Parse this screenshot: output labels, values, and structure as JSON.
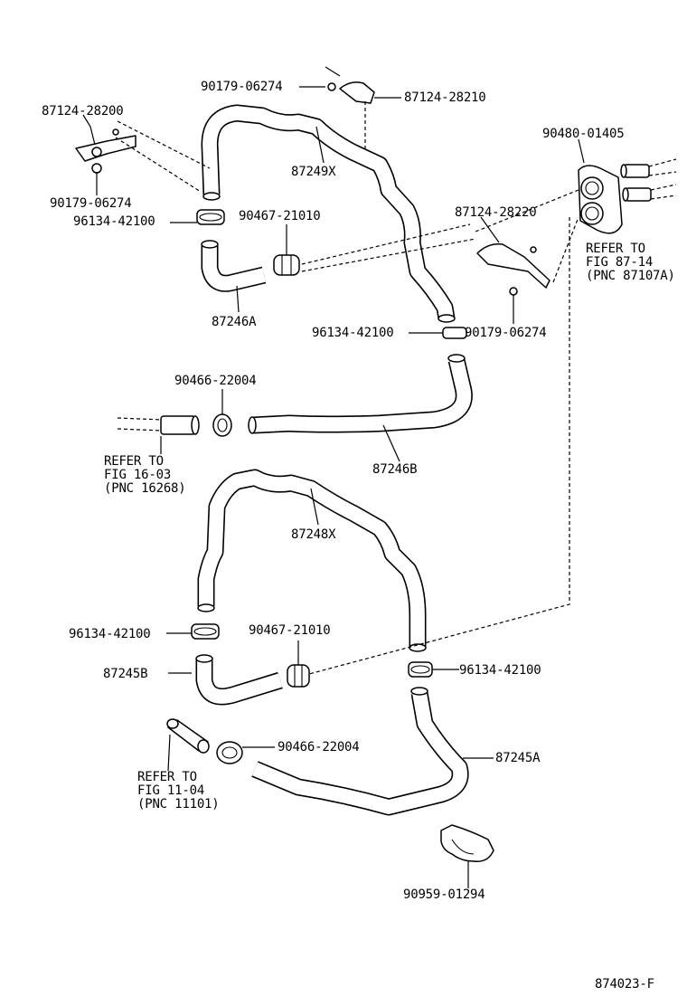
{
  "labels": {
    "p_90179_top": "90179-06274",
    "p_87124_28210": "87124-28210",
    "p_87124_28200": "87124-28200",
    "p_90480": "90480-01405",
    "p_87249x": "87249X",
    "p_90179_left": "90179-06274",
    "p_96134_a": "96134-42100",
    "p_90467_a": "90467-21010",
    "p_87124_28220": "87124-28220",
    "p_87246a": "87246A",
    "p_96134_b": "96134-42100",
    "p_90179_right": "90179-06274",
    "p_90466_a": "90466-22004",
    "p_87246b": "87246B",
    "p_87248x": "87248X",
    "p_96134_c": "96134-42100",
    "p_90467_b": "90467-21010",
    "p_87245b": "87245B",
    "p_96134_d": "96134-42100",
    "p_90466_b": "90466-22004",
    "p_87245a": "87245A",
    "p_90959": "90959-01294",
    "figure_code": "874023-F"
  },
  "references": {
    "ref_87": [
      "REFER TO",
      "FIG 87-14",
      "(PNC 87107A)"
    ],
    "ref_16": [
      "REFER TO",
      "FIG 16-03",
      "(PNC 16268)"
    ],
    "ref_11": [
      "REFER TO",
      "FIG 11-04",
      "(PNC 11101)"
    ]
  }
}
